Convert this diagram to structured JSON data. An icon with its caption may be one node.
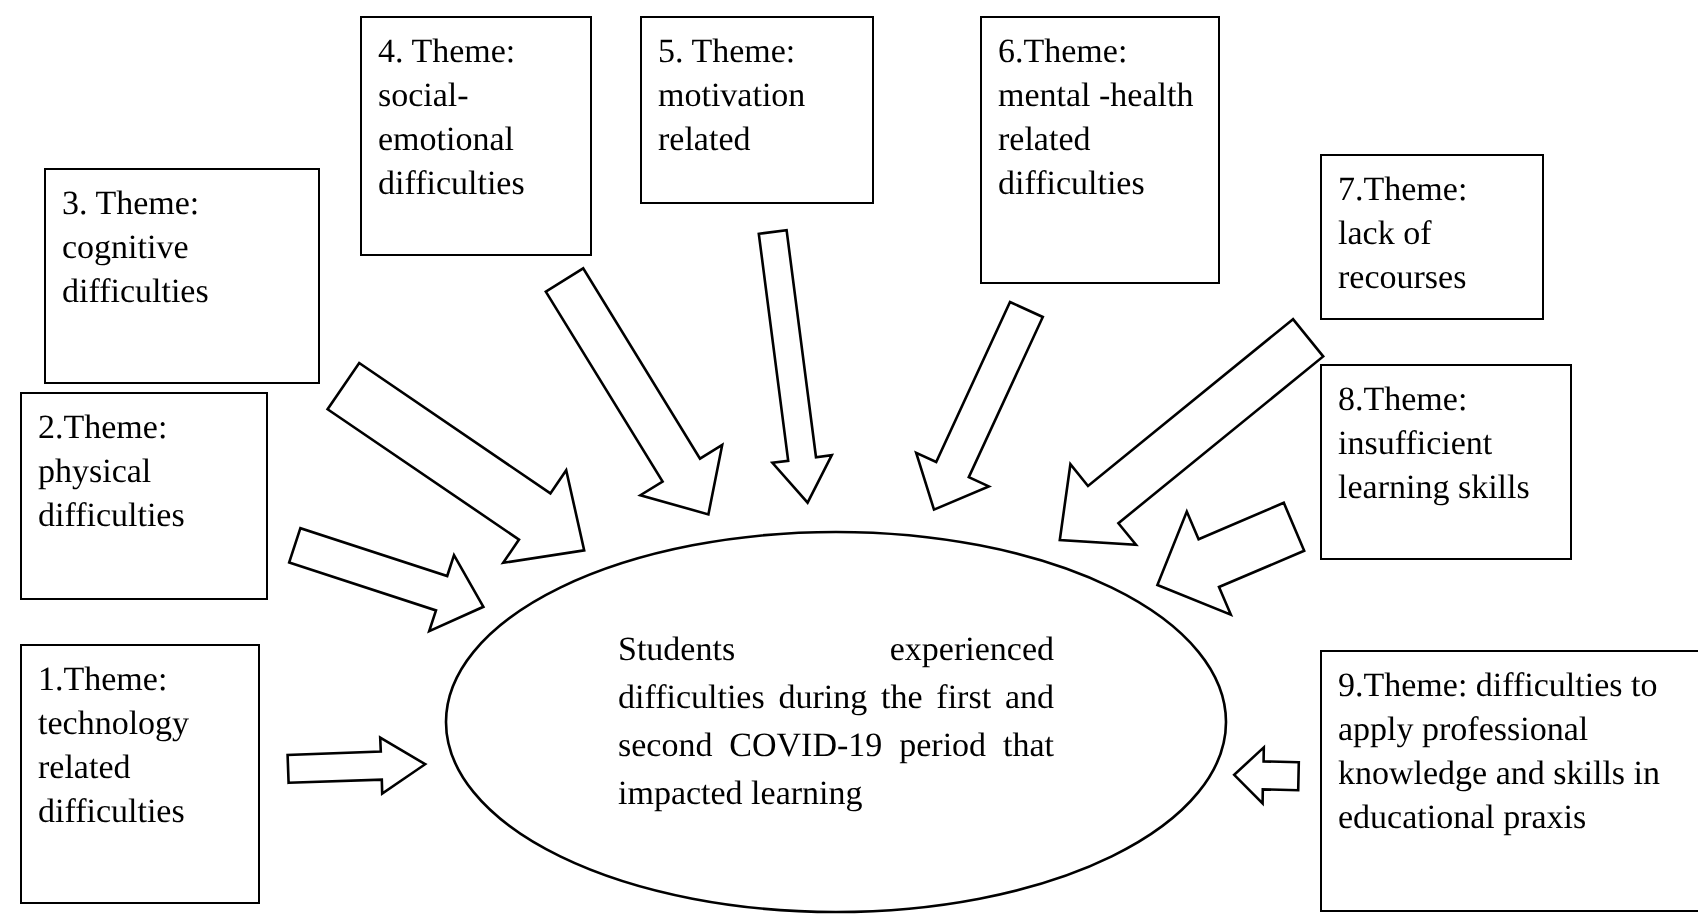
{
  "diagram": {
    "nodes": [
      {
        "text": [
          "1.Theme: technology related difficulties"
        ]
      },
      {
        "text": [
          "2.Theme: physical difficulties"
        ]
      },
      {
        "text": [
          "3. Theme: cognitive difficulties"
        ]
      },
      {
        "text": [
          "4. Theme: social-emotional difficulties"
        ]
      },
      {
        "text": [
          "5. Theme: motivation related"
        ]
      },
      {
        "text": [
          "6.Theme: mental -health related difficulties"
        ]
      },
      {
        "text": [
          "7.Theme: lack of recourses"
        ]
      },
      {
        "text": [
          "8.Theme: insufficient learning skills"
        ]
      },
      {
        "text": [
          "9.Theme: difficulties to apply professional knowledge and skills in educational praxis"
        ]
      },
      {
        "text": [
          "Students experienced difficulties during the first and second COVID-19 period that impacted learning"
        ]
      }
    ],
    "edges": [
      {
        "from": 0,
        "to": 9,
        "arrow": "to"
      },
      {
        "from": 1,
        "to": 9,
        "arrow": "to"
      },
      {
        "from": 2,
        "to": 9,
        "arrow": "to"
      },
      {
        "from": 3,
        "to": 9,
        "arrow": "to"
      },
      {
        "from": 4,
        "to": 9,
        "arrow": "to"
      },
      {
        "from": 5,
        "to": 9,
        "arrow": "to"
      },
      {
        "from": 6,
        "to": 9,
        "arrow": "to"
      },
      {
        "from": 7,
        "to": 9,
        "arrow": "to"
      },
      {
        "from": 8,
        "to": 9,
        "arrow": "to"
      }
    ]
  }
}
